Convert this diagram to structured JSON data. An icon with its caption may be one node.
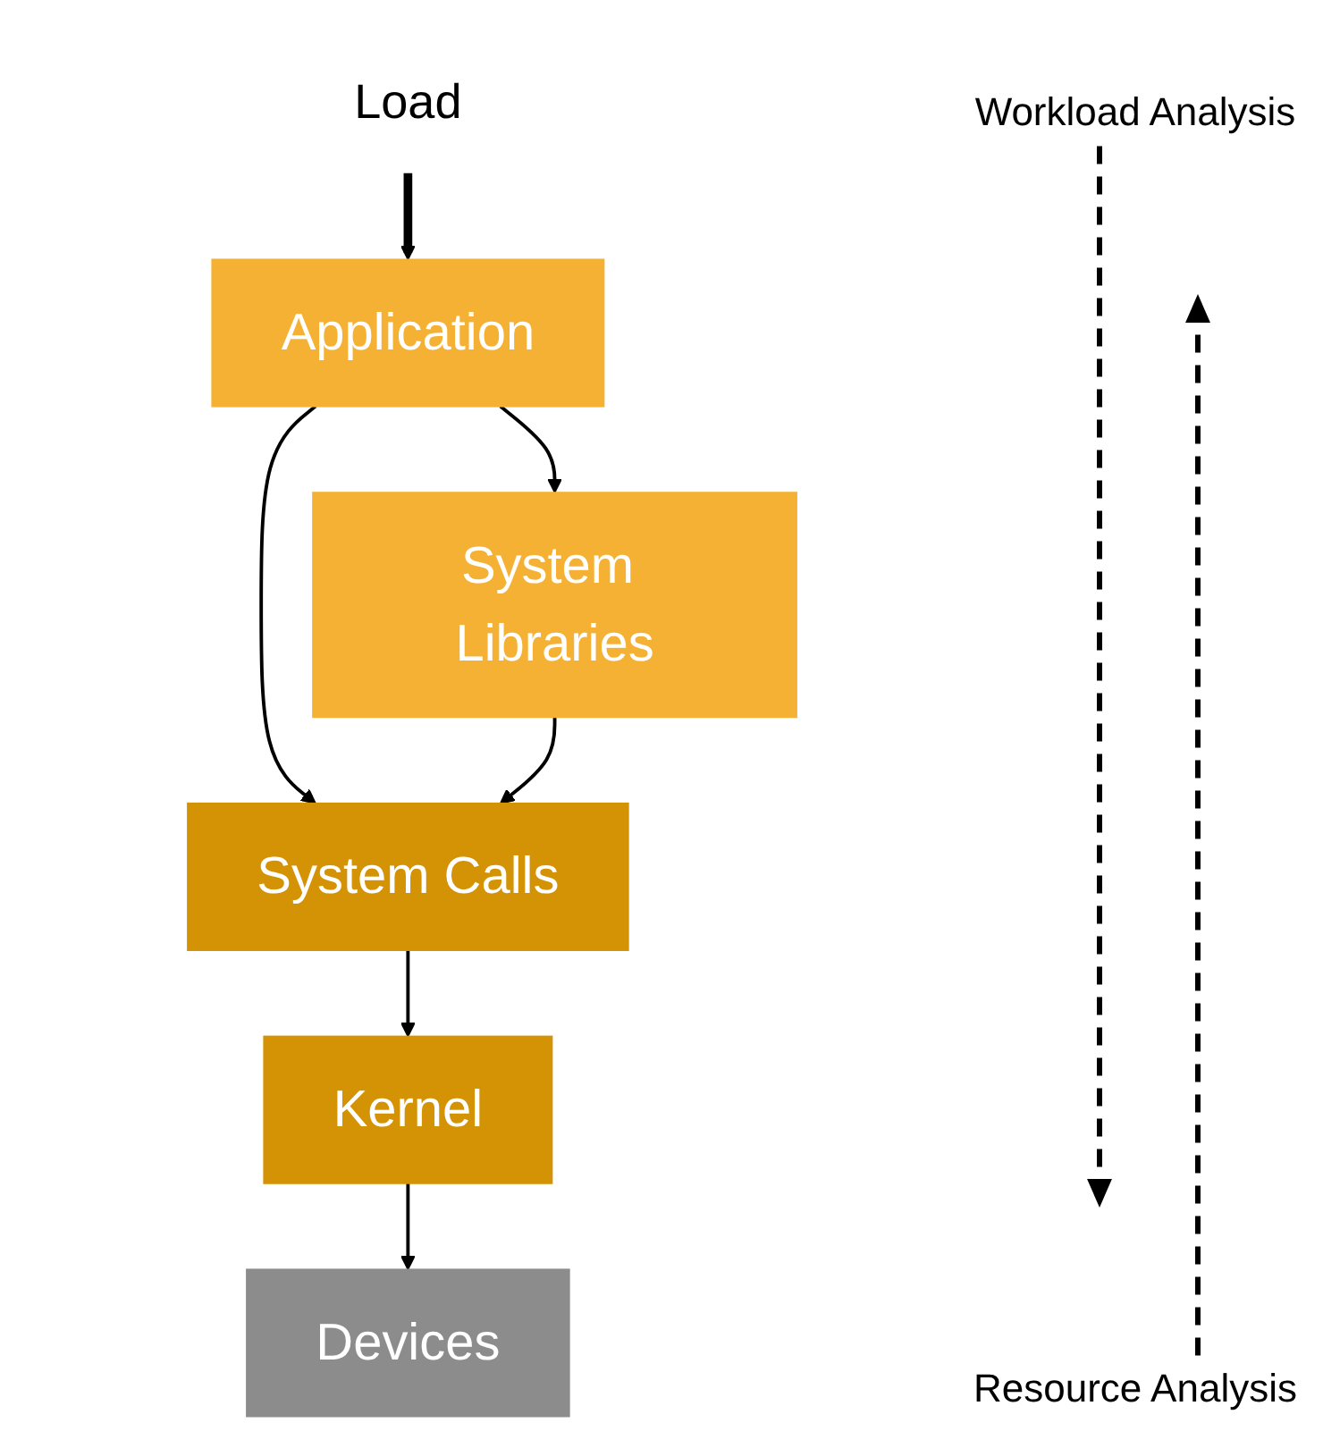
{
  "diagram": {
    "nodes": [
      {
        "text": [
          "Load"
        ]
      },
      {
        "text": [
          "Application"
        ]
      },
      {
        "text": [
          "System Libraries"
        ]
      },
      {
        "text": [
          "System Calls"
        ]
      },
      {
        "text": [
          "Kernel"
        ]
      },
      {
        "text": [
          "Devices"
        ]
      }
    ],
    "edges": [
      {
        "from": 0,
        "to": 1,
        "arrow": "to",
        "style": "thick"
      },
      {
        "from": 1,
        "to": 3,
        "arrow": "to"
      },
      {
        "from": 1,
        "to": 2,
        "arrow": "to"
      },
      {
        "from": 2,
        "to": 3,
        "arrow": "to"
      },
      {
        "from": 3,
        "to": 4,
        "arrow": "to"
      },
      {
        "from": 4,
        "to": 5,
        "arrow": "to"
      }
    ],
    "labels": [
      "Workload Analysis",
      "Resource Analysis"
    ]
  }
}
